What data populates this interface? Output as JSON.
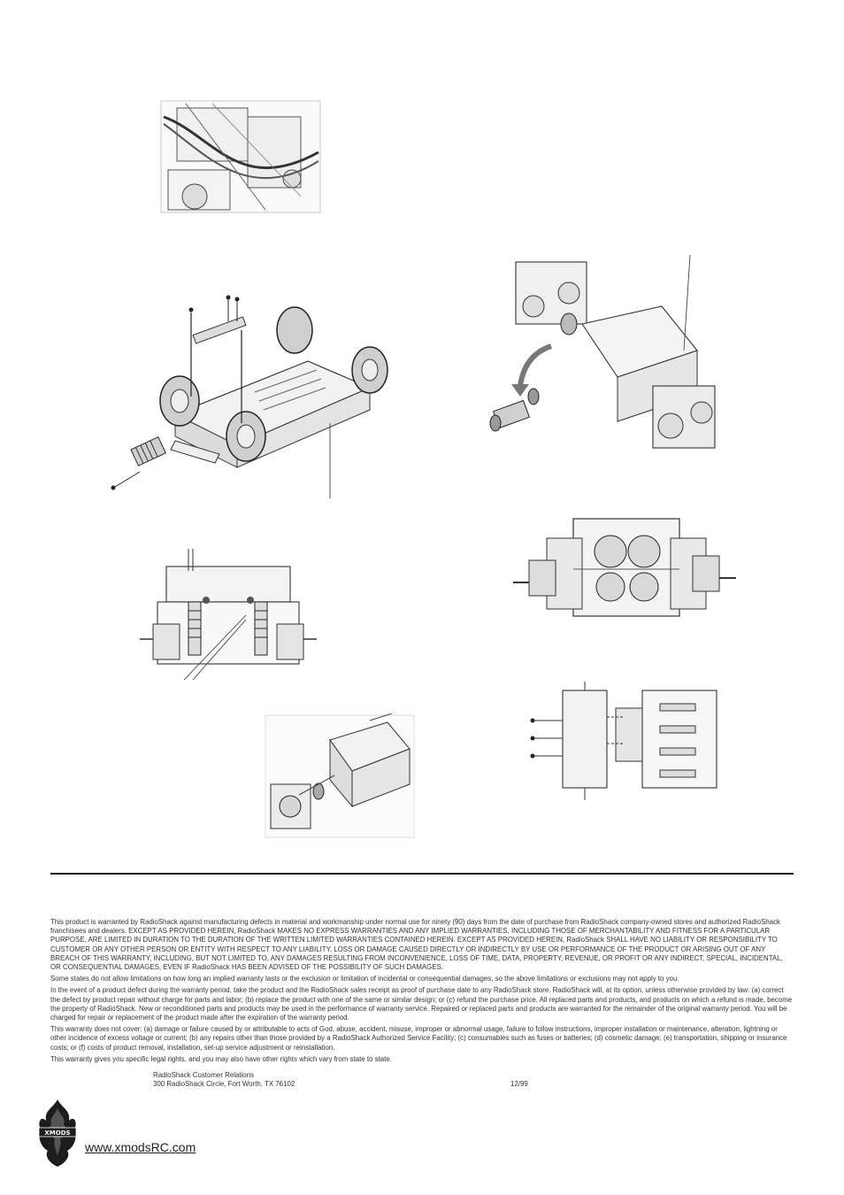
{
  "warranty": {
    "p1": "This product is warranted by RadioShack against manufacturing defects in material and workmanship under normal use for ninety (90) days from the date of purchase from RadioShack company-owned stores and authorized RadioShack franchisees and dealers. EXCEPT AS PROVIDED HEREIN, RadioShack MAKES NO EXPRESS WARRANTIES AND ANY IMPLIED WARRANTIES, INCLUDING THOSE OF MERCHANTABILITY AND FITNESS FOR A PARTICULAR PURPOSE, ARE LIMITED IN DURATION TO THE DURATION OF THE WRITTEN LIMITED WARRANTIES CONTAINED HEREIN. EXCEPT AS PROVIDED HEREIN, RadioShack SHALL HAVE NO LIABILITY OR RESPONSIBILITY TO CUSTOMER OR ANY OTHER PERSON OR ENTITY WITH RESPECT TO ANY LIABILITY, LOSS OR DAMAGE CAUSED DIRECTLY OR INDIRECTLY BY USE OR PERFORMANCE OF THE PRODUCT OR ARISING OUT OF ANY BREACH OF THIS WARRANTY, INCLUDING, BUT NOT LIMITED TO, ANY DAMAGES RESULTING FROM INCONVENIENCE, LOSS OF TIME, DATA, PROPERTY, REVENUE, OR PROFIT OR ANY INDIRECT, SPECIAL, INCIDENTAL, OR CONSEQUENTIAL DAMAGES, EVEN IF RadioShack HAS BEEN ADVISED OF THE POSSIBILITY OF SUCH DAMAGES.",
    "p2": "Some states do not allow limitations on how long an implied warranty lasts or the exclusion or limitation of incidental or consequential damages, so the above limitations or exclusions may not apply to you.",
    "p3": "In the event of a product defect during the warranty period, take the product and the RadioShack sales receipt as proof of purchase date to any RadioShack store. RadioShack will, at its option, unless otherwise provided by law: (a) correct the defect by product repair without charge for parts and labor; (b) replace the product with one of the same or similar design; or (c) refund the purchase price. All replaced parts and products, and products on which a refund is made, become the property of RadioShack. New or reconditioned parts and products may be used in the performance of warranty service. Repaired or replaced parts and products are warranted for the remainder of the original warranty period. You will be charged for repair or replacement of the product made after the expiration of the warranty period.",
    "p4": "This warranty does not cover: (a) damage or failure caused by or attributable to acts of God, abuse, accident, misuse, improper or abnormal usage, failure to follow instructions, improper installation or maintenance, alteration, lightning or other incidence of excess voltage or current; (b) any repairs other than those provided by a RadioShack Authorized Service Facility; (c) consumables such as fuses or batteries; (d) cosmetic damage; (e) transportation, shipping or insurance costs; or (f) costs of product removal, installation, set-up service adjustment or reinstallation.",
    "p5": "This warranty gives you specific legal rights, and you may also have other rights which vary from state to state."
  },
  "contact": {
    "line1": "RadioShack Customer Relations",
    "line2": "300 RadioShack Circle, Fort Worth, TX 76102",
    "date": "12/99"
  },
  "footer": {
    "logo_text": "XMODS",
    "url": "www.xmodsRC.com"
  }
}
